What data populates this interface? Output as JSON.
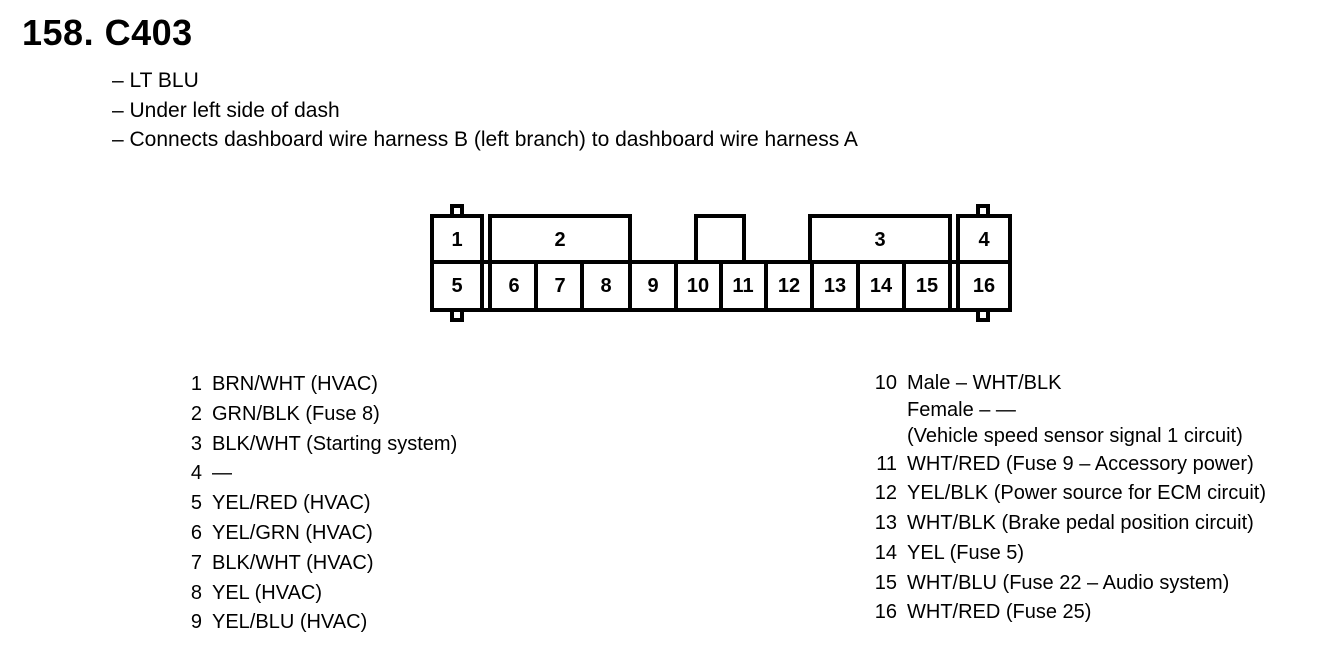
{
  "header": {
    "title": "158. C403",
    "lines": [
      "– LT BLU",
      "– Under left side of dash",
      "– Connects dashboard wire harness B (left branch) to dashboard wire harness A"
    ]
  },
  "connector": {
    "cavities": [
      "1",
      "2",
      "3",
      "4",
      "5",
      "6",
      "7",
      "8",
      "9",
      "10",
      "11",
      "12",
      "13",
      "14",
      "15",
      "16"
    ]
  },
  "pins_left": [
    {
      "num": "1",
      "text": "BRN/WHT (HVAC)"
    },
    {
      "num": "2",
      "text": "GRN/BLK (Fuse 8)"
    },
    {
      "num": "3",
      "text": "BLK/WHT (Starting system)"
    },
    {
      "num": "4",
      "text": "—"
    },
    {
      "num": "5",
      "text": "YEL/RED (HVAC)"
    },
    {
      "num": "6",
      "text": "YEL/GRN (HVAC)"
    },
    {
      "num": "7",
      "text": "BLK/WHT (HVAC)"
    },
    {
      "num": "8",
      "text": "YEL (HVAC)"
    },
    {
      "num": "9",
      "text": "YEL/BLU (HVAC)"
    }
  ],
  "pins_right": {
    "pin10": {
      "num": "10",
      "line1": "Male – WHT/BLK",
      "line2": "Female – —",
      "line3": "(Vehicle speed sensor signal 1 circuit)"
    },
    "items": [
      {
        "num": "11",
        "text": "WHT/RED (Fuse 9 – Accessory power)"
      },
      {
        "num": "12",
        "text": "YEL/BLK (Power source for ECM circuit)"
      },
      {
        "num": "13",
        "text": "WHT/BLK (Brake pedal position circuit)"
      },
      {
        "num": "14",
        "text": "YEL (Fuse 5)"
      },
      {
        "num": "15",
        "text": "WHT/BLU (Fuse 22 – Audio system)"
      },
      {
        "num": "16",
        "text": "WHT/RED (Fuse 25)"
      }
    ]
  }
}
